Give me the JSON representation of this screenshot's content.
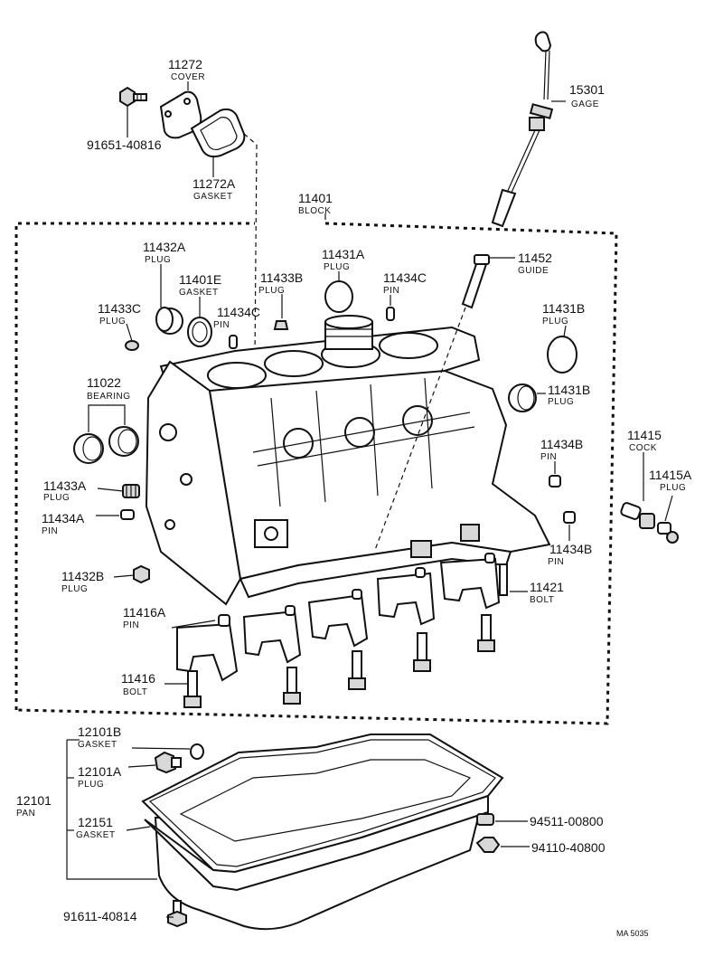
{
  "parts": {
    "cover": {
      "num": "11272",
      "name": "COVER"
    },
    "bolt_cover": {
      "num": "91651-40816"
    },
    "gasket_cover": {
      "num": "11272A",
      "name": "GASKET"
    },
    "gage": {
      "num": "15301",
      "name": "GAGE"
    },
    "block": {
      "num": "11401",
      "name": "BLOCK"
    },
    "plug_11432a": {
      "num": "11432A",
      "name": "PLUG"
    },
    "plug_11431a": {
      "num": "11431A",
      "name": "PLUG"
    },
    "guide": {
      "num": "11452",
      "name": "GUIDE"
    },
    "gasket_11401e": {
      "num": "11401E",
      "name": "GASKET"
    },
    "plug_11433b": {
      "num": "11433B",
      "name": "PLUG"
    },
    "pin_11434c_right": {
      "num": "11434C",
      "name": "PIN"
    },
    "plug_11433c": {
      "num": "11433C",
      "name": "PLUG"
    },
    "pin_11434c_left": {
      "num": "11434C",
      "name": "PIN"
    },
    "plug_11431b_top": {
      "num": "11431B",
      "name": "PLUG"
    },
    "plug_11431b_mid": {
      "num": "11431B",
      "name": "PLUG"
    },
    "bearing": {
      "num": "11022",
      "name": "BEARING"
    },
    "cock": {
      "num": "11415",
      "name": "COCK"
    },
    "plug_11415a": {
      "num": "11415A",
      "name": "PLUG"
    },
    "pin_11434b_top": {
      "num": "11434B",
      "name": "PIN"
    },
    "pin_11434b_bottom": {
      "num": "11434B",
      "name": "PIN"
    },
    "plug_11433a": {
      "num": "11433A",
      "name": "PLUG"
    },
    "pin_11434a": {
      "num": "11434A",
      "name": "PIN"
    },
    "plug_11432b": {
      "num": "11432B",
      "name": "PLUG"
    },
    "bolt_11421": {
      "num": "11421",
      "name": "BOLT"
    },
    "pin_11416a": {
      "num": "11416A",
      "name": "PIN"
    },
    "bolt_11416": {
      "num": "11416",
      "name": "BOLT"
    },
    "gasket_12101b": {
      "num": "12101B",
      "name": "GASKET"
    },
    "plug_12101a": {
      "num": "12101A",
      "name": "PLUG"
    },
    "pan": {
      "num": "12101",
      "name": "PAN"
    },
    "gasket_12151": {
      "num": "12151",
      "name": "GASKET"
    },
    "nut_94511": {
      "num": "94511-00800"
    },
    "nut_94110": {
      "num": "94110-40800"
    },
    "bolt_91611": {
      "num": "91611-40814"
    }
  },
  "footer": {
    "code": "MA  5035"
  }
}
